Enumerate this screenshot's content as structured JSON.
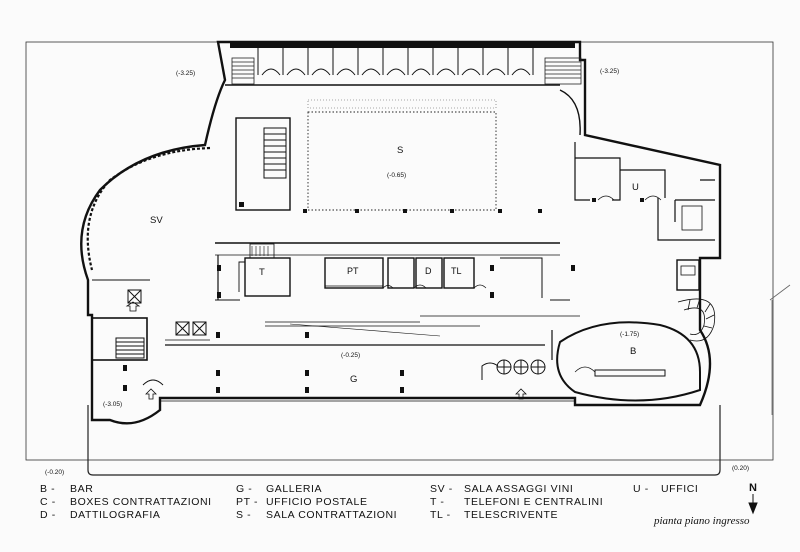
{
  "plan": {
    "rooms": {
      "sv": "SV",
      "s": "S",
      "u": "U",
      "t": "T",
      "pt": "PT",
      "d": "D",
      "tl": "TL",
      "g": "G",
      "b": "B"
    },
    "levels": {
      "top_left": "(-3.25)",
      "top_right": "(-3.25)",
      "s_level": "(-0.65)",
      "g_level": "(-0.25)",
      "b_level": "(-1.75)",
      "lower_left": "(-3.05)",
      "bottom_left": "(-0.20)",
      "bottom_right": "(0.20)"
    },
    "north": "N"
  },
  "legend": {
    "col1": [
      {
        "key": "B -",
        "text": "BAR"
      },
      {
        "key": "C -",
        "text": "BOXES CONTRATTAZIONI"
      },
      {
        "key": "D -",
        "text": "DATTILOGRAFIA"
      }
    ],
    "col2": [
      {
        "key": "G -",
        "text": "GALLERIA"
      },
      {
        "key": "PT -",
        "text": "UFFICIO POSTALE"
      },
      {
        "key": "S -",
        "text": "SALA CONTRATTAZIONI"
      }
    ],
    "col3": [
      {
        "key": "SV -",
        "text": "SALA ASSAGGI VINI"
      },
      {
        "key": "T -",
        "text": "TELEFONI E CENTRALINI"
      },
      {
        "key": "TL -",
        "text": "TELESCRIVENTE"
      }
    ],
    "col4": [
      {
        "key": "U -",
        "text": "UFFICI"
      }
    ]
  },
  "caption": "pianta piano ingresso"
}
